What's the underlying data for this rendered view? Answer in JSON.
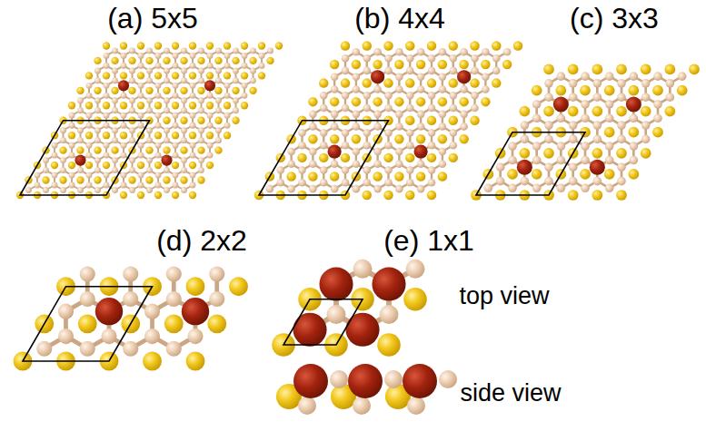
{
  "diagram": {
    "labels": [
      "(a) 5x5",
      "(b) 4x4",
      "(c) 3x3",
      "(d) 2x2",
      "(e) 1x1",
      "top view",
      "side view"
    ]
  }
}
